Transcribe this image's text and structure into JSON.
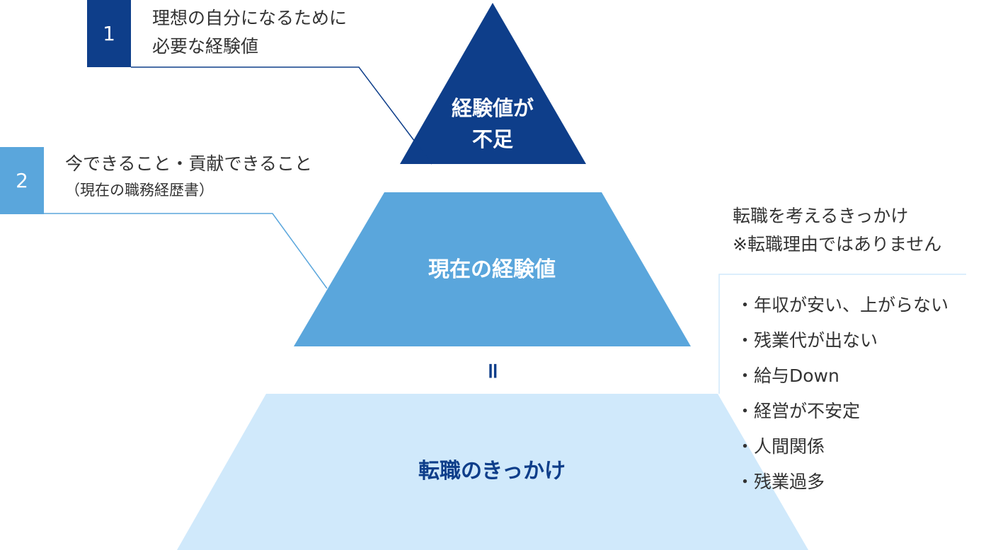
{
  "colors": {
    "dark_blue": "#0e3e8a",
    "mid_blue": "#5aa6dc",
    "light_blue": "#d0e9fb",
    "text": "#333333"
  },
  "callouts": [
    {
      "number": "1",
      "lines": [
        "理想の自分になるために",
        "必要な経験値"
      ]
    },
    {
      "number": "2",
      "lines": [
        "今できること・貢献できること",
        "（現在の職務経歴書）"
      ]
    }
  ],
  "tiers": {
    "top": {
      "lines": [
        "経験値が",
        "不足"
      ]
    },
    "middle": {
      "label": "現在の経験値"
    },
    "bottom": {
      "label": "転職のきっかけ"
    }
  },
  "equals_sign": "॥",
  "right_panel": {
    "heading": [
      "転職を考えるきっかけ",
      "※転職理由ではありません"
    ],
    "items": [
      "・年収が安い、上がらない",
      "・残業代が出ない",
      "・給与Down",
      "・経営が不安定",
      "・人間関係",
      "・残業過多"
    ]
  }
}
